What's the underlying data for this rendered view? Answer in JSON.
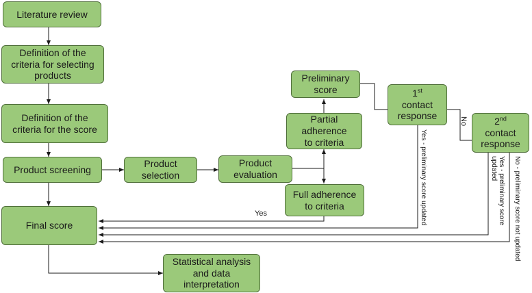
{
  "nodes": {
    "literature_review": "Literature review",
    "criteria_selecting": "Definition of the\ncriteria for selecting\nproducts",
    "criteria_score": "Definition of the\ncriteria for the score",
    "product_screening": "Product screening",
    "product_selection": "Product\nselection",
    "product_evaluation": "Product\nevaluation",
    "preliminary_score": "Preliminary\nscore",
    "partial_adherence": "Partial\nadherence\nto criteria",
    "full_adherence": "Full adherence\nto criteria",
    "final_score": "Final score",
    "statistical_analysis": "Statistical analysis\nand data\ninterpretation",
    "first_contact_num": "1",
    "first_contact_sup": "st",
    "first_contact_rest": "contact\nresponse",
    "second_contact_num": "2",
    "second_contact_sup": "nd",
    "second_contact_rest": "contact\nresponse"
  },
  "edge_labels": {
    "yes": "Yes",
    "no": "No",
    "yes_first_contact": "Yes - preliminary score updated",
    "yes_second_contact": "Yes - preliminary score\nupdated",
    "no_second_contact": "No - preliminary score not updated"
  },
  "colors": {
    "node_fill": "#9bc97a",
    "node_border": "#4f6e3a",
    "line": "#1a1a1a"
  }
}
